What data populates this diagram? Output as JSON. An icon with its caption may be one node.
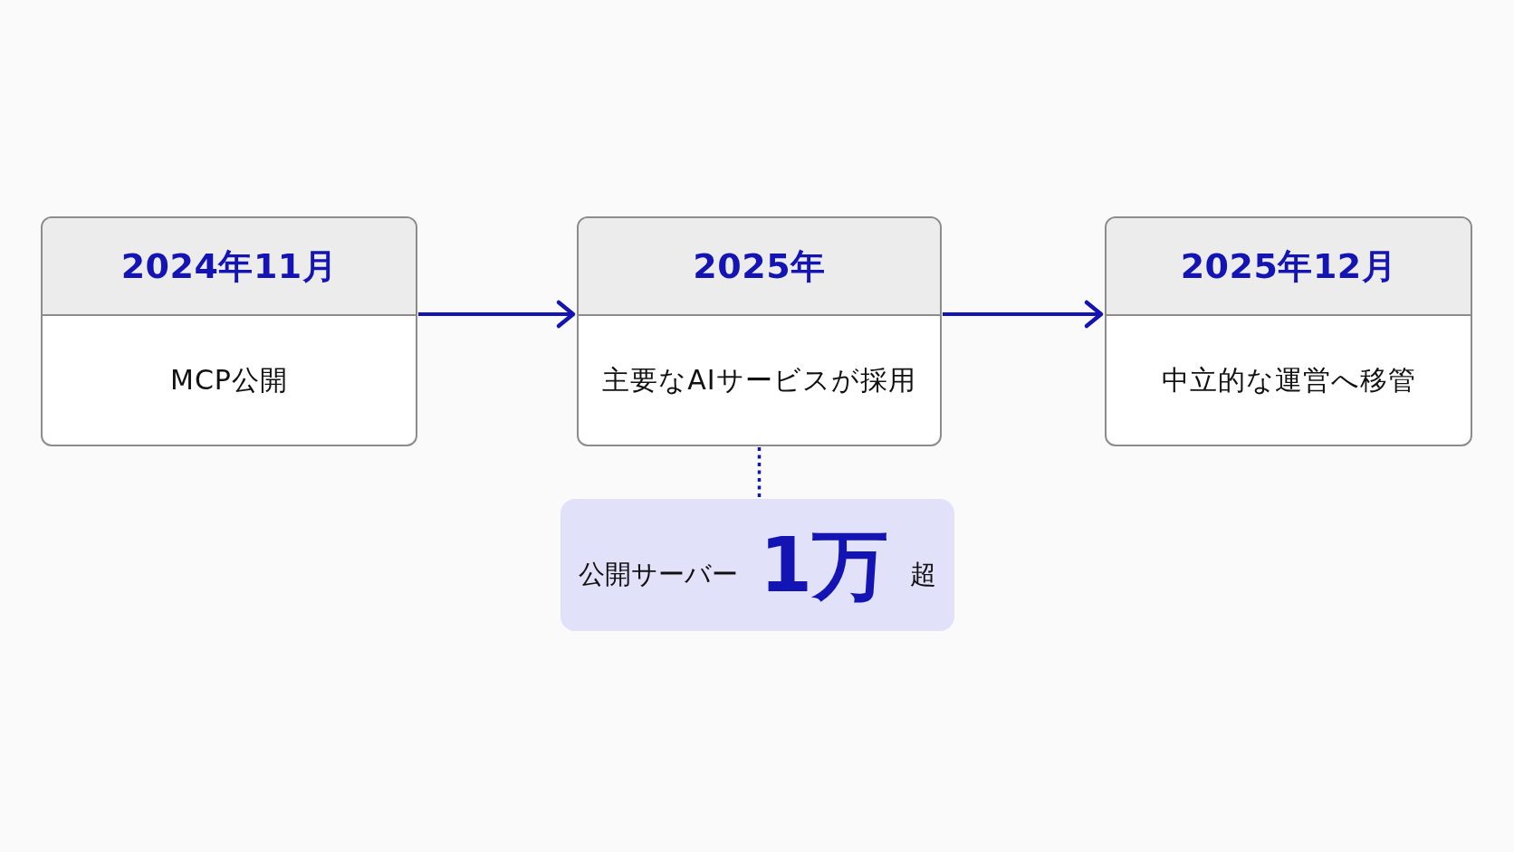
{
  "diagram": {
    "nodes": [
      {
        "text": [
          "2024年11月",
          "MCP公開"
        ]
      },
      {
        "text": [
          "2025年",
          "主要なAIサービスが採用"
        ]
      },
      {
        "text": [
          "2025年12月",
          "中立的な運営へ移管"
        ]
      },
      {
        "text": [
          "公開サーバー",
          "1万",
          "超"
        ]
      }
    ],
    "edges": [
      {
        "from": 0,
        "to": 1,
        "arrow": "to"
      },
      {
        "from": 1,
        "to": 2,
        "arrow": "to"
      },
      {
        "from": 1,
        "to": 3,
        "arrow": "none",
        "style": "dashed"
      }
    ]
  }
}
